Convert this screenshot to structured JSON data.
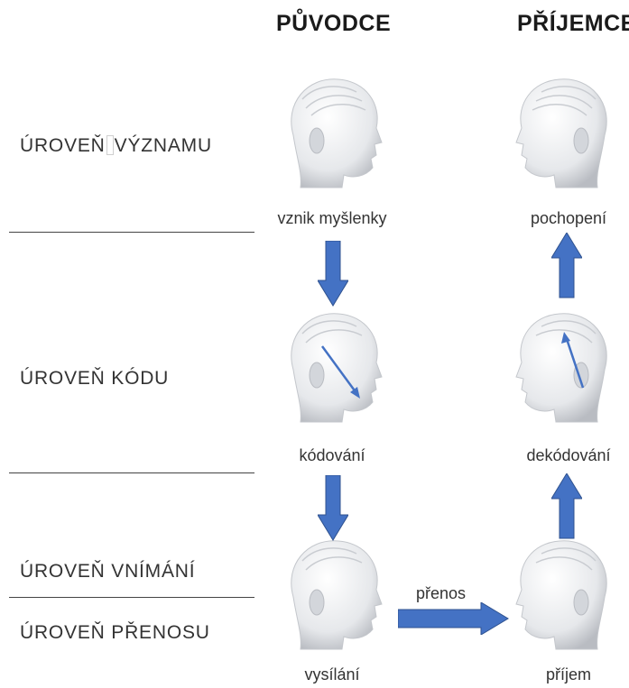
{
  "columns": {
    "sender": "PŮVODCE",
    "receiver": "PŘÍJEMCE"
  },
  "levels": {
    "meaning_a": "ÚROVEŇ",
    "meaning_b": "VÝZNAMU",
    "code": "ÚROVEŇ KÓDU",
    "perception": "ÚROVEŇ VNÍMÁNÍ",
    "transmission": "ÚROVEŇ PŘENOSU"
  },
  "steps": {
    "thought": "vznik myšlenky",
    "encoding": "kódování",
    "sending": "vysílání",
    "understanding": "pochopení",
    "decoding": "dekódování",
    "receiving": "příjem",
    "transfer": "přenos"
  },
  "colors": {
    "arrow_fill": "#4472c4",
    "arrow_stroke": "#2f528f",
    "head_fill": "#e9ebee",
    "head_shade": "#b9bcc2"
  }
}
